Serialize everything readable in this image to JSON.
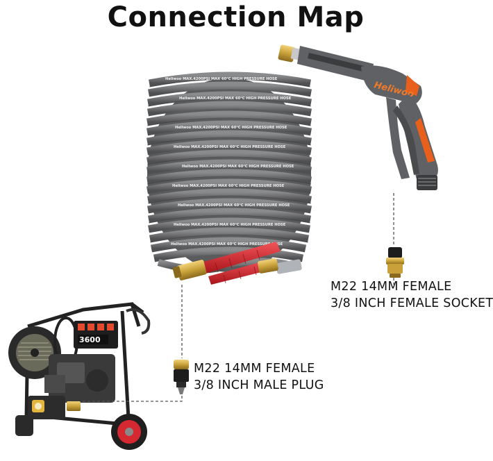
{
  "title": "Connection Map",
  "gun_brand": "Heliwoo",
  "hose_print": "Heliwoo MAX.4200PSI MAX 60°C HIGH PRESSURE HOSE",
  "machine_display": "3600",
  "connectors": {
    "socket": {
      "line1": "M22 14MM FEMALE",
      "line2": "3/8 INCH FEMALE SOCKET"
    },
    "plug": {
      "line1": "M22 14MM FEMALE",
      "line2": "3/8 INCH MALE PLUG"
    }
  },
  "colors": {
    "hose": "#6e6e70",
    "gun_body": "#5f6164",
    "gun_accent": "#e8601c",
    "brass": "#c9a13a",
    "sleeve_red": "#d6262c",
    "dashed_line": "#555555"
  }
}
